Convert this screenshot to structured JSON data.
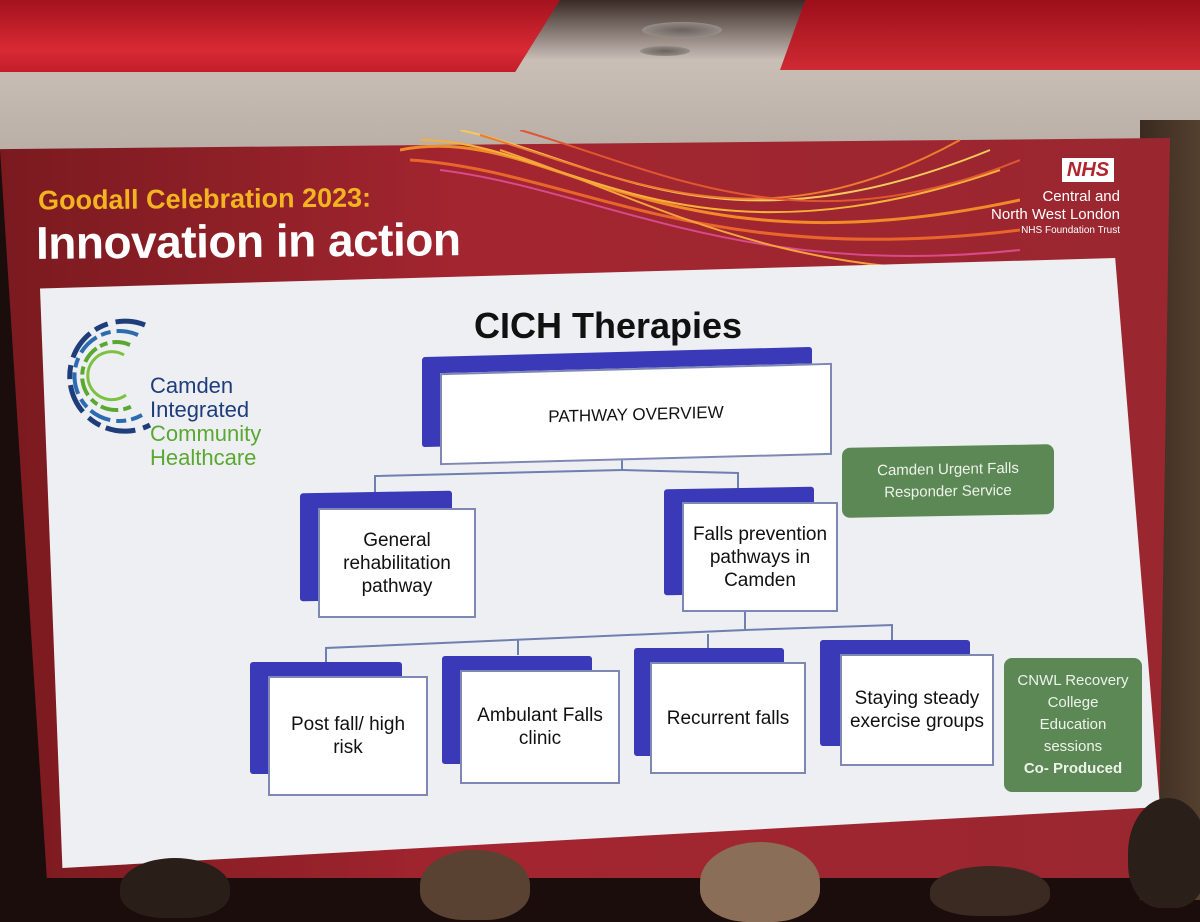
{
  "event": {
    "subtitle": "Goodall Celebration 2023:",
    "title": "Innovation in action"
  },
  "nhs": {
    "badge": "NHS",
    "org_line1": "Central and",
    "org_line2": "North West London",
    "org_line3": "NHS Foundation Trust"
  },
  "logo": {
    "line1": "Camden",
    "line2": "Integrated",
    "line3": "Community",
    "line4": "Healthcare"
  },
  "slide": {
    "title": "CICH Therapies",
    "root": "PATHWAY OVERVIEW",
    "level1": [
      "General rehabilitation pathway",
      "Falls prevention pathways in Camden"
    ],
    "level2": [
      "Post fall/ high risk",
      "Ambulant Falls clinic",
      "Recurrent falls",
      "Staying steady exercise groups"
    ],
    "side_note1": "Camden Urgent Falls Responder Service",
    "side_note2": {
      "lines": [
        "CNWL Recovery",
        "College",
        "Education",
        "sessions"
      ],
      "bold": "Co- Produced"
    }
  },
  "colors": {
    "screen_red": "#a32530",
    "gold": "#f2b521",
    "box_shadow_blue": "#3a39b8",
    "green_box": "#5c8856",
    "logo_blue": "#1f3d7a",
    "logo_green": "#5aa832"
  }
}
